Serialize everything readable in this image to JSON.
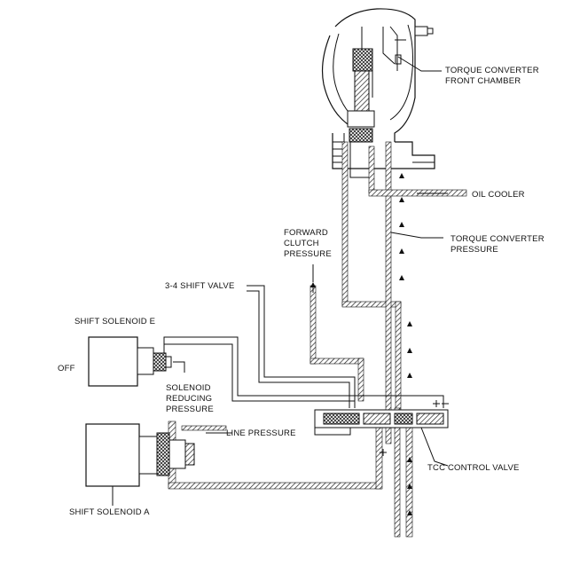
{
  "labels": {
    "torque_converter_front_chamber": [
      "TORQUE CONVERTER",
      "FRONT CHAMBER"
    ],
    "oil_cooler": "OIL COOLER",
    "torque_converter_pressure": [
      "TORQUE CONVERTER",
      "PRESSURE"
    ],
    "forward_clutch_pressure": [
      "FORWARD",
      "CLUTCH",
      "PRESSURE"
    ],
    "shift_valve_3_4": "3-4 SHIFT VALVE",
    "shift_solenoid_e": "SHIFT SOLENOID E",
    "off": "OFF",
    "solenoid_reducing_pressure": [
      "SOLENOID",
      "REDUCING",
      "PRESSURE"
    ],
    "line_pressure": "LINE PRESSURE",
    "tcc_control_valve": "TCC CONTROL VALVE",
    "shift_solenoid_a": "SHIFT SOLENOID A"
  }
}
